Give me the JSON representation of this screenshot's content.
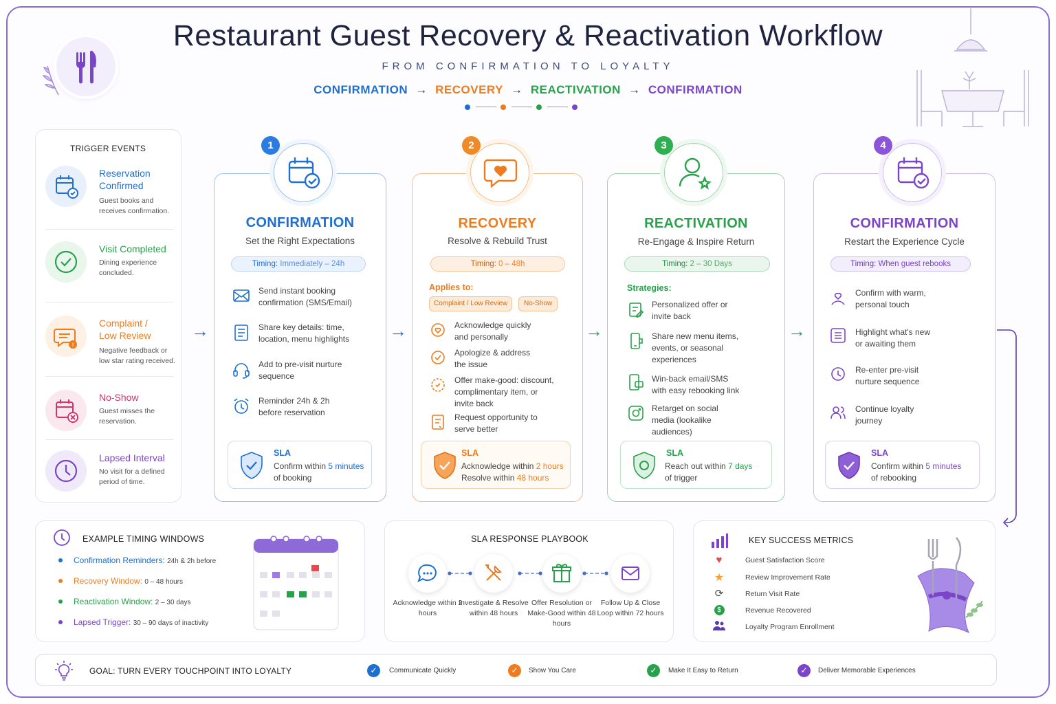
{
  "header": {
    "title": "Restaurant Guest Recovery & Reactivation Workflow",
    "subtitle": "FROM CONFIRMATION TO LOYALTY",
    "flow": [
      "CONFIRMATION",
      "RECOVERY",
      "REACTIVATION",
      "CONFIRMATION"
    ],
    "flow_arrow": "→"
  },
  "colors": {
    "blue": "#1f6fd1",
    "orange": "#ee7b1e",
    "green": "#27a24a",
    "purple": "#7b45c9",
    "frame": "#8a6bd6"
  },
  "triggers": {
    "title": "TRIGGER EVENTS",
    "items": [
      {
        "title": "Reservation Confirmed",
        "desc": "Guest books and receives confirmation.",
        "icon": "calendar-check-icon"
      },
      {
        "title": "Visit Completed",
        "desc": "Dining experience concluded.",
        "icon": "check-circle-icon"
      },
      {
        "title": "Complaint / Low Review",
        "desc": "Negative feedback or low star rating received.",
        "icon": "chat-alert-icon"
      },
      {
        "title": "No-Show",
        "desc": "Guest misses the reservation.",
        "icon": "calendar-x-icon"
      },
      {
        "title": "Lapsed Interval",
        "desc": "No visit for a defined period of time.",
        "icon": "clock-icon"
      }
    ]
  },
  "stages": [
    {
      "num": "1",
      "name": "CONFIRMATION",
      "subtitle": "Set the Right Expectations",
      "timing_label": "Timing:",
      "timing_value": "Immediately – 24h",
      "items": [
        "Send instant booking confirmation (SMS/Email)",
        "Share key details: time, location, menu highlights",
        "Add to pre-visit nurture sequence",
        "Reminder 24h & 2h before reservation"
      ],
      "sla_label": "SLA",
      "sla_pre": "Confirm within ",
      "sla_hi": "5 minutes",
      "sla_post": "of booking"
    },
    {
      "num": "2",
      "name": "RECOVERY",
      "subtitle": "Resolve & Rebuild Trust",
      "timing_label": "Timing:",
      "timing_value": "0 – 48h",
      "applies_label": "Applies to:",
      "tags": [
        "Complaint / Low Review",
        "No-Show"
      ],
      "items": [
        "Acknowledge quickly and personally",
        "Apologize & address the issue",
        "Offer make-good: discount, complimentary item, or invite back",
        "Request opportunity to serve better"
      ],
      "sla_label": "SLA",
      "sla_line1_pre": "Acknowledge within ",
      "sla_line1_hi": "2 hours",
      "sla_line2_pre": "Resolve within ",
      "sla_line2_hi": "48 hours"
    },
    {
      "num": "3",
      "name": "REACTIVATION",
      "subtitle": "Re-Engage & Inspire Return",
      "timing_label": "Timing:",
      "timing_value": "2 – 30 Days",
      "strategies_label": "Strategies:",
      "items": [
        "Personalized offer or invite back",
        "Share new menu items, events, or seasonal experiences",
        "Win-back email/SMS with easy rebooking link",
        "Retarget on social media (lookalike audiences)"
      ],
      "sla_label": "SLA",
      "sla_pre": "Reach out within ",
      "sla_hi": "7 days",
      "sla_post": "of trigger"
    },
    {
      "num": "4",
      "name": "CONFIRMATION",
      "subtitle": "Restart the Experience Cycle",
      "timing_label": "Timing:",
      "timing_value": "When guest rebooks",
      "items": [
        "Confirm with warm, personal touch",
        "Highlight what's new or awaiting them",
        "Re-enter pre-visit nurture sequence",
        "Continue loyalty journey"
      ],
      "sla_label": "SLA",
      "sla_pre": "Confirm within ",
      "sla_hi": "5 minutes",
      "sla_post": "of rebooking"
    }
  ],
  "timing_windows": {
    "title": "EXAMPLE TIMING WINDOWS",
    "rows": [
      {
        "label": "Confirmation Reminders:",
        "value": "24h & 2h before"
      },
      {
        "label": "Recovery Window:",
        "value": "0 – 48 hours"
      },
      {
        "label": "Reactivation Window:",
        "value": "2 – 30 days"
      },
      {
        "label": "Lapsed Trigger:",
        "value": "30 – 90 days of inactivity"
      }
    ]
  },
  "playbook": {
    "title": "SLA RESPONSE PLAYBOOK",
    "steps": [
      {
        "label": "Acknowledge within 2 hours",
        "icon": "chat-dots-icon"
      },
      {
        "label": "Investigate & Resolve within 48 hours",
        "icon": "tools-icon"
      },
      {
        "label": "Offer Resolution or Make-Good within 48 hours",
        "icon": "gift-icon"
      },
      {
        "label": "Follow Up & Close Loop within 72 hours",
        "icon": "envelope-icon"
      }
    ]
  },
  "metrics": {
    "title": "KEY SUCCESS METRICS",
    "items": [
      {
        "label": "Guest Satisfaction Score",
        "icon": "heart-icon"
      },
      {
        "label": "Review Improvement Rate",
        "icon": "star-icon"
      },
      {
        "label": "Return Visit Rate",
        "icon": "refresh-icon"
      },
      {
        "label": "Revenue Recovered",
        "icon": "dollar-icon"
      },
      {
        "label": "Loyalty Program Enrollment",
        "icon": "users-icon"
      }
    ]
  },
  "goal": {
    "title": "GOAL: TURN EVERY TOUCHPOINT INTO LOYALTY",
    "items": [
      "Communicate Quickly",
      "Show You Care",
      "Make It Easy to Return",
      "Deliver Memorable Experiences"
    ]
  }
}
